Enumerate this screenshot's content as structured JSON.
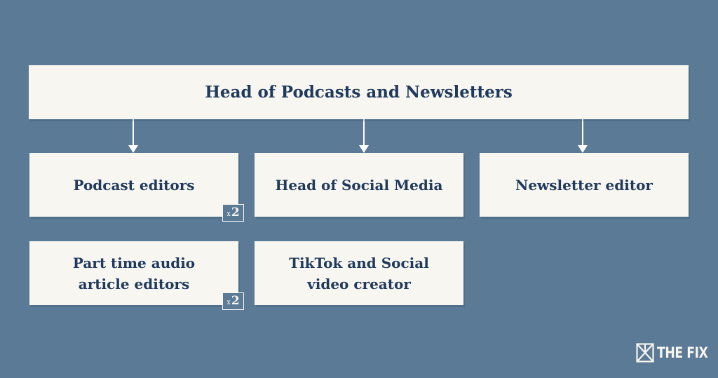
{
  "colors": {
    "background": "#5a7a96",
    "box_fill": "#f8f6f1",
    "text": "#1f3a5c",
    "connector": "#ffffff"
  },
  "top_node": {
    "label": "Head of Podcasts and Newsletters"
  },
  "nodes": [
    {
      "label": "Podcast editors",
      "multiplier_prefix": "x",
      "multiplier": "2"
    },
    {
      "label": "Head of Social Media"
    },
    {
      "label": "Newsletter editor"
    },
    {
      "label": "Part time audio article editors",
      "multiplier_prefix": "x",
      "multiplier": "2"
    },
    {
      "label": "TikTok and Social video creator"
    }
  ],
  "logo": {
    "icon": "the-fix-logo-icon",
    "text": "THE FIX"
  }
}
